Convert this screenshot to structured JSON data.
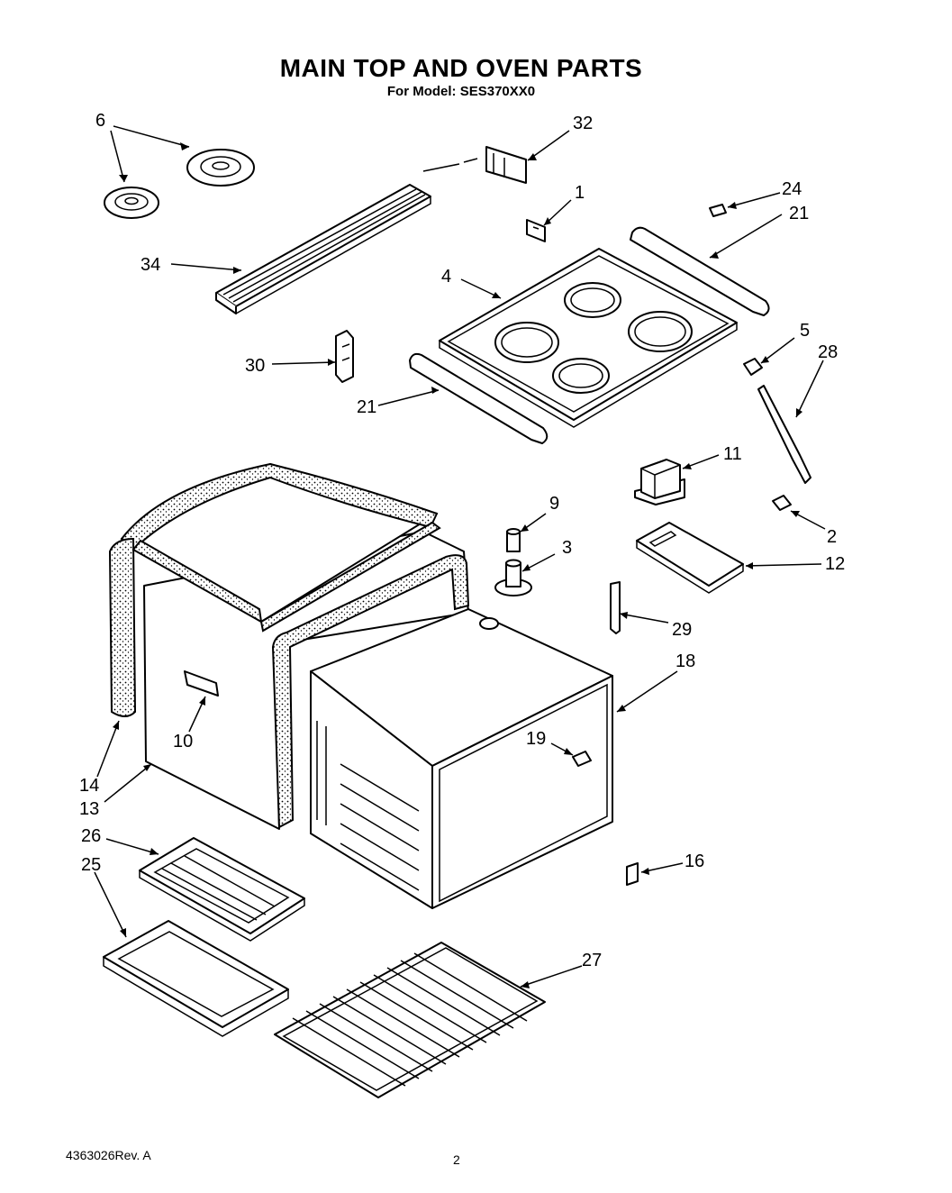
{
  "title": "MAIN TOP AND OVEN PARTS",
  "subtitle": "For Model: SES370XX0",
  "footer": {
    "doc_number": "4363026Rev. A",
    "page": "2"
  },
  "callouts": {
    "c6": "6",
    "c32": "32",
    "c1": "1",
    "c24": "24",
    "c21a": "21",
    "c34": "34",
    "c4": "4",
    "c5": "5",
    "c28": "28",
    "c30": "30",
    "c21b": "21",
    "c11": "11",
    "c9": "9",
    "c2": "2",
    "c3": "3",
    "c12": "12",
    "c29": "29",
    "c18": "18",
    "c10": "10",
    "c19": "19",
    "c14": "14",
    "c13": "13",
    "c26": "26",
    "c16": "16",
    "c25": "25",
    "c27": "27"
  }
}
